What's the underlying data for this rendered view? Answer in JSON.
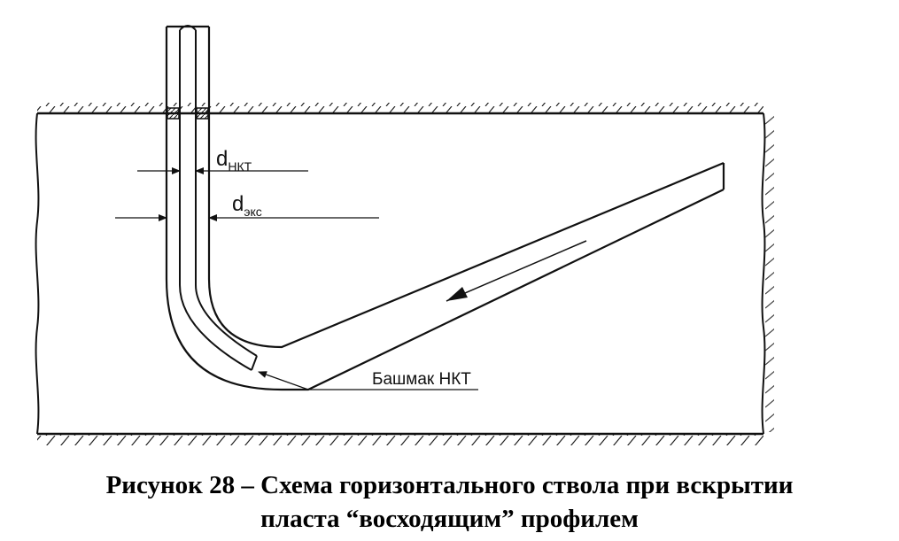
{
  "labels": {
    "d_tubing": {
      "main": "d",
      "sub": "НКТ"
    },
    "d_casing": {
      "main": "d",
      "sub": "экс"
    },
    "shoe": "Башмак НКТ"
  },
  "caption": {
    "line1": "Рисунок 28 – Схема горизонтального ствола при вскрытии",
    "line2": "пласта “восходящим” профилем"
  }
}
